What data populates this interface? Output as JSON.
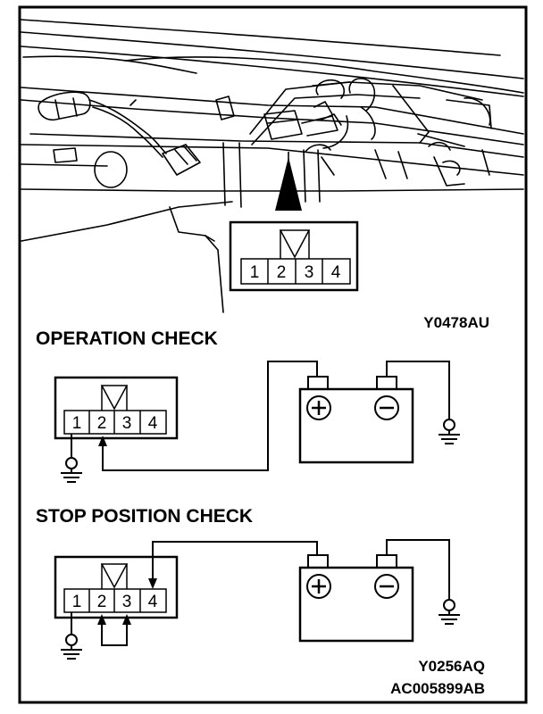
{
  "upper_figure": {
    "pins": [
      "1",
      "2",
      "3",
      "4"
    ],
    "code": "Y0478AU"
  },
  "operation_check": {
    "title": "OPERATION CHECK",
    "pins": [
      "1",
      "2",
      "3",
      "4"
    ],
    "plus_symbol": "+",
    "minus_symbol": "−"
  },
  "stop_position_check": {
    "title": "STOP POSITION CHECK",
    "pins": [
      "1",
      "2",
      "3",
      "4"
    ],
    "plus_symbol": "+",
    "minus_symbol": "−",
    "code": "Y0256AQ"
  },
  "figure_code": "AC005899AB"
}
